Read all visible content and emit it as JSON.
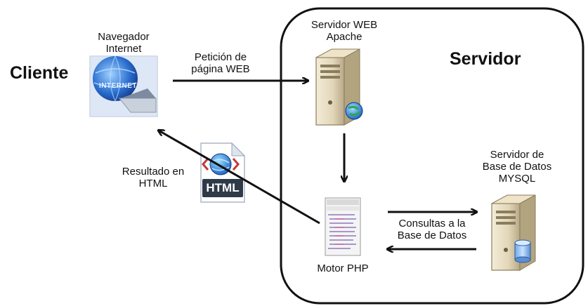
{
  "client": {
    "title": "Cliente",
    "browser_label_line1": "Navegador",
    "browser_label_line2": "Internet",
    "globe_text": "INTERNET"
  },
  "server": {
    "title": "Servidor"
  },
  "web_server": {
    "label_line1": "Servidor WEB",
    "label_line2": "Apache"
  },
  "request": {
    "label_line1": "Petición de",
    "label_line2": "página WEB"
  },
  "result": {
    "label_line1": "Resultado en",
    "label_line2": "HTML",
    "badge": "HTML"
  },
  "db_server": {
    "label_line1": "Servidor de",
    "label_line2": "Base de Datos",
    "label_line3": "MYSQL"
  },
  "queries": {
    "label_line1": "Consultas a la",
    "label_line2": "Base de Datos"
  },
  "php_engine": {
    "label": "Motor PHP"
  }
}
